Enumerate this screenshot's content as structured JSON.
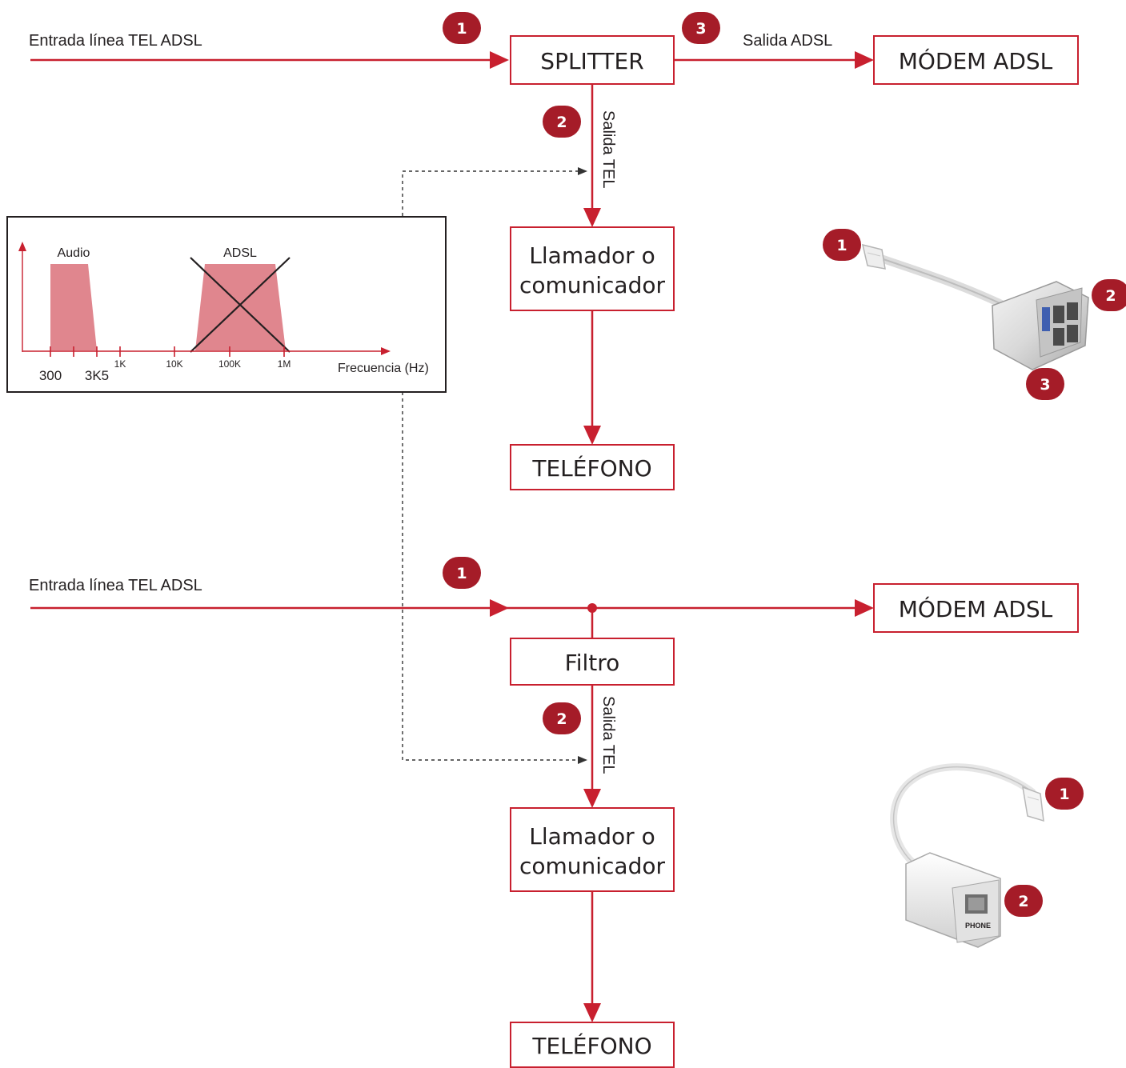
{
  "colors": {
    "line": "#c8202f",
    "badge": "#a51c28",
    "box": "#c8202f",
    "band": "#e0868e",
    "text": "#231f20"
  },
  "top": {
    "input_label": "Entrada línea TEL ADSL",
    "splitter": "SPLITTER",
    "adsl_out_label": "Salida ADSL",
    "modem": "MÓDEM ADSL",
    "tel_out_label": "Salida TEL",
    "dialer_line1": "Llamador o",
    "dialer_line2": "comunicador",
    "phone": "TELÉFONO",
    "badges": [
      "1",
      "2",
      "3"
    ]
  },
  "spectrum": {
    "audio_label": "Audio",
    "adsl_label": "ADSL",
    "ticks_bottom": [
      "300",
      "3K5"
    ],
    "ticks_top": [
      "1K",
      "10K",
      "100K",
      "1M"
    ],
    "axis_label": "Frecuencia (Hz)"
  },
  "bottom": {
    "input_label": "Entrada línea TEL ADSL",
    "filter": "Filtro",
    "modem": "MÓDEM ADSL",
    "tel_out_label": "Salida TEL",
    "dialer_line1": "Llamador o",
    "dialer_line2": "comunicador",
    "phone": "TELÉFONO",
    "badges": [
      "1",
      "2"
    ]
  },
  "photos": {
    "splitter_badges": [
      "1",
      "2",
      "3"
    ],
    "filter_badges": [
      "1",
      "2"
    ],
    "filter_jack_label": "PHONE"
  }
}
